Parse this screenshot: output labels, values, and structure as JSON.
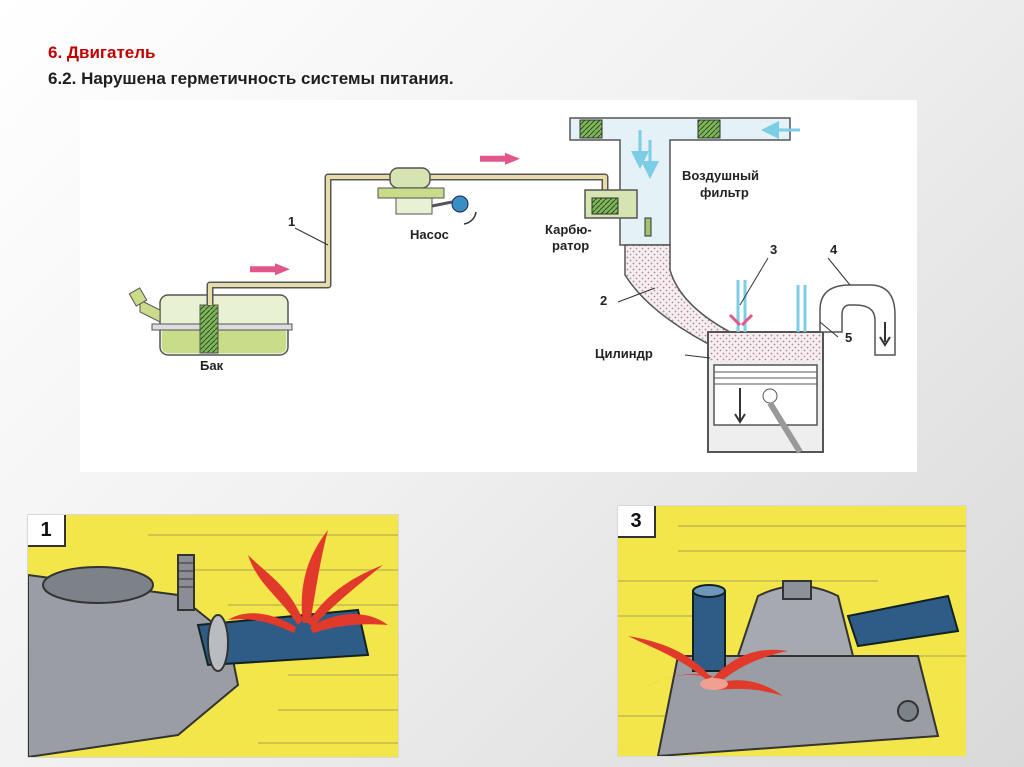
{
  "heading": {
    "title": "6. Двигатель",
    "subtitle": "6.2. Нарушена герметичность системы питания."
  },
  "diagram": {
    "labels": {
      "num1": "1",
      "num2": "2",
      "num3": "3",
      "num4": "4",
      "num5": "5",
      "tank": "Бак",
      "pump": "Насос",
      "carb1": "Карбю-",
      "carb2": "ратор",
      "filter1": "Воздушный",
      "filter2": "фильтр",
      "cylinder": "Цилиндр"
    },
    "colors": {
      "fuel_arrow": "#e2578a",
      "air_arrow": "#7ccde6",
      "fuel_green": "#c8dc8a",
      "pipe": "#e7dca8"
    }
  },
  "photos": {
    "left_badge": "1",
    "right_badge": "3",
    "colors": {
      "background": "#f2e64a",
      "spray": "#e23a2a"
    }
  }
}
